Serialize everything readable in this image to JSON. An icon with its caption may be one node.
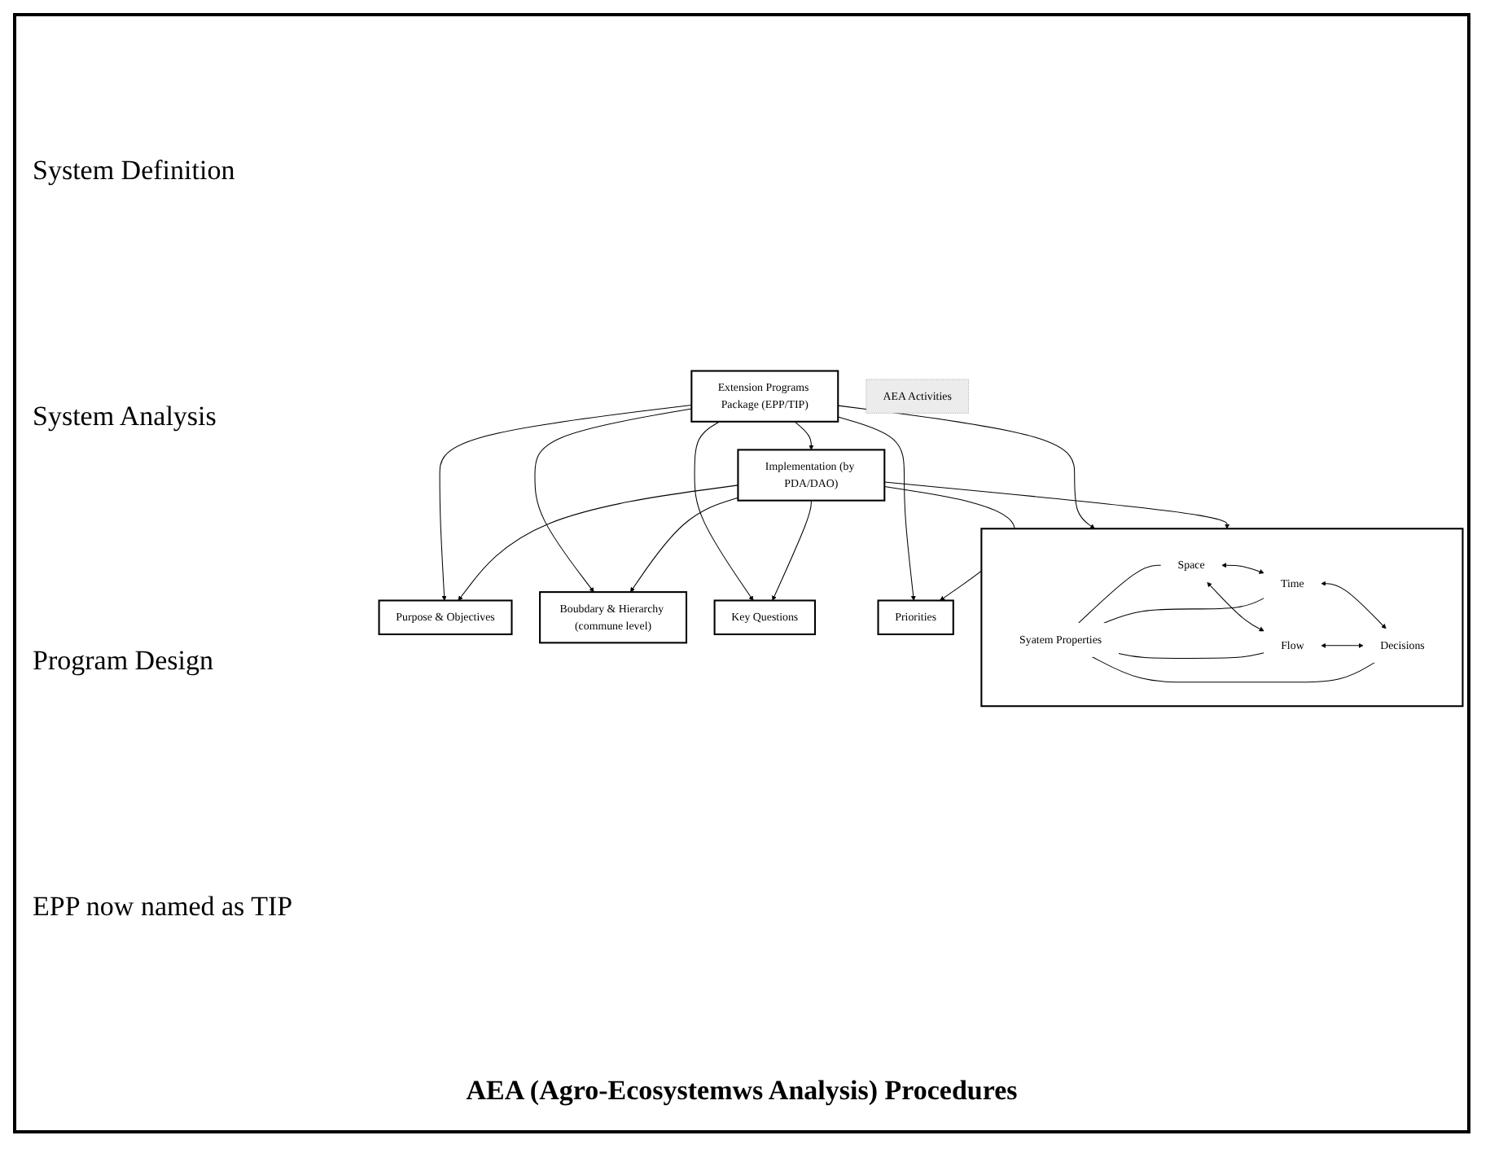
{
  "diagram": {
    "caption": "AEA (Agro-Ecosystemws Analysis) Procedures",
    "nodes": [
      {
        "text": [
          "Purpose & Objectives"
        ]
      },
      {
        "text": [
          "Boubdary & Hierarchy (commune level)"
        ]
      },
      {
        "text": [],
        "shape": "box"
      },
      {
        "text": [
          "Space"
        ],
        "in": 2
      },
      {
        "text": [
          "Time"
        ],
        "in": 2
      },
      {
        "text": [
          "Syatem Properties"
        ],
        "in": 2
      },
      {
        "text": [
          "Flow"
        ],
        "in": 2
      },
      {
        "text": [
          "Decisions"
        ],
        "in": 2
      },
      {
        "text": [
          "Key Questions"
        ]
      },
      {
        "text": [
          "Priorities"
        ]
      },
      {
        "text": [
          "Extension Programs Package (EPP/TIP)"
        ]
      },
      {
        "text": [
          "Implementation (by PDA/DAO)"
        ]
      },
      {
        "text": [
          "AEA Activities"
        ]
      }
    ],
    "edges": [
      {
        "from": 3,
        "to": 4,
        "arrow": "both"
      },
      {
        "from": 3,
        "to": 6,
        "arrow": "both"
      },
      {
        "from": 4,
        "to": 7,
        "arrow": "both"
      },
      {
        "from": 6,
        "to": 7,
        "arrow": "both"
      },
      {
        "from": 5,
        "to": 3,
        "arrow": "none"
      },
      {
        "from": 5,
        "to": 4,
        "arrow": "none"
      },
      {
        "from": 5,
        "to": 6,
        "arrow": "none"
      },
      {
        "from": 5,
        "to": 7,
        "arrow": "none"
      },
      {
        "from": 10,
        "to": 11,
        "arrow": "to"
      },
      {
        "from": 10,
        "to": 0,
        "arrow": "to"
      },
      {
        "from": 10,
        "to": 1,
        "arrow": "to"
      },
      {
        "from": 10,
        "to": 2,
        "arrow": "to"
      },
      {
        "from": 10,
        "to": 8,
        "arrow": "to"
      },
      {
        "from": 10,
        "to": 9,
        "arrow": "to"
      },
      {
        "from": 11,
        "to": 0,
        "arrow": "to"
      },
      {
        "from": 11,
        "to": 1,
        "arrow": "to"
      },
      {
        "from": 11,
        "to": 2,
        "arrow": "to"
      },
      {
        "from": 11,
        "to": 8,
        "arrow": "to"
      },
      {
        "from": 11,
        "to": 9,
        "arrow": "to"
      }
    ],
    "labels": [
      "System Definition",
      "System Analysis",
      "Program Design",
      "EPP now named as TIP"
    ]
  }
}
